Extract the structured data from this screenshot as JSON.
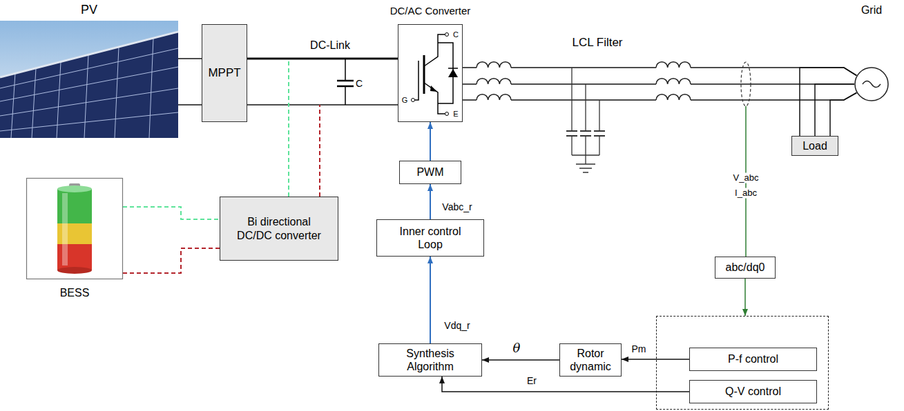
{
  "diagram": {
    "nodes": [
      {
        "text": [
          "PV"
        ]
      },
      {
        "text": [
          "MPPT"
        ]
      },
      {
        "text": [
          "DC/AC Converter"
        ]
      },
      {
        "text": [
          "Grid"
        ]
      },
      {
        "text": [
          "Load"
        ]
      },
      {
        "text": [
          "PWM"
        ]
      },
      {
        "text": [
          "BESS"
        ]
      },
      {
        "text": [
          "Bi directional DC/DC converter"
        ]
      },
      {
        "text": [
          "Inner control Loop"
        ]
      },
      {
        "text": [
          "abc/dq0"
        ]
      },
      {
        "text": [
          "Synthesis Algorithm"
        ]
      },
      {
        "text": [
          "Rotor dynamic"
        ]
      },
      {
        "text": []
      },
      {
        "text": [
          "P-f control"
        ],
        "in": 12
      },
      {
        "text": [
          "Q-V control"
        ],
        "in": 12
      }
    ],
    "edges": [
      {
        "from": 0,
        "to": 1,
        "arrow": "none"
      },
      {
        "from": 0,
        "to": 1,
        "arrow": "none"
      },
      {
        "from": 1,
        "to": 2,
        "label": "DC-Link",
        "arrow": "none"
      },
      {
        "from": 1,
        "to": 2,
        "arrow": "none"
      },
      {
        "from": 2,
        "to": 3,
        "arrow": "none"
      },
      {
        "from": 2,
        "to": 3,
        "arrow": "none"
      },
      {
        "from": 2,
        "to": 3,
        "arrow": "none"
      },
      {
        "from": 3,
        "to": 4,
        "arrow": "none"
      },
      {
        "from": 3,
        "to": 4,
        "arrow": "none"
      },
      {
        "from": 3,
        "to": 4,
        "arrow": "none"
      },
      {
        "from": 5,
        "to": 2,
        "arrow": "to"
      },
      {
        "from": 6,
        "to": 7,
        "arrow": "none"
      },
      {
        "from": 6,
        "to": 7,
        "arrow": "none"
      },
      {
        "from": 8,
        "to": 5,
        "label": "Vabc_r",
        "arrow": "to"
      },
      {
        "from": 10,
        "to": 8,
        "label": "Vdq_r",
        "arrow": "to"
      },
      {
        "from": 9,
        "to": 12,
        "arrow": "to"
      },
      {
        "from": 11,
        "to": 10,
        "label": "θ",
        "arrow": "to"
      },
      {
        "from": 13,
        "to": 11,
        "label": "Pm",
        "arrow": "to"
      },
      {
        "from": 14,
        "to": 10,
        "label": "Er",
        "arrow": "to"
      }
    ],
    "labels": [
      "C",
      "C",
      "G",
      "E",
      "LCL Filter",
      "V_abc",
      "I_abc"
    ]
  }
}
